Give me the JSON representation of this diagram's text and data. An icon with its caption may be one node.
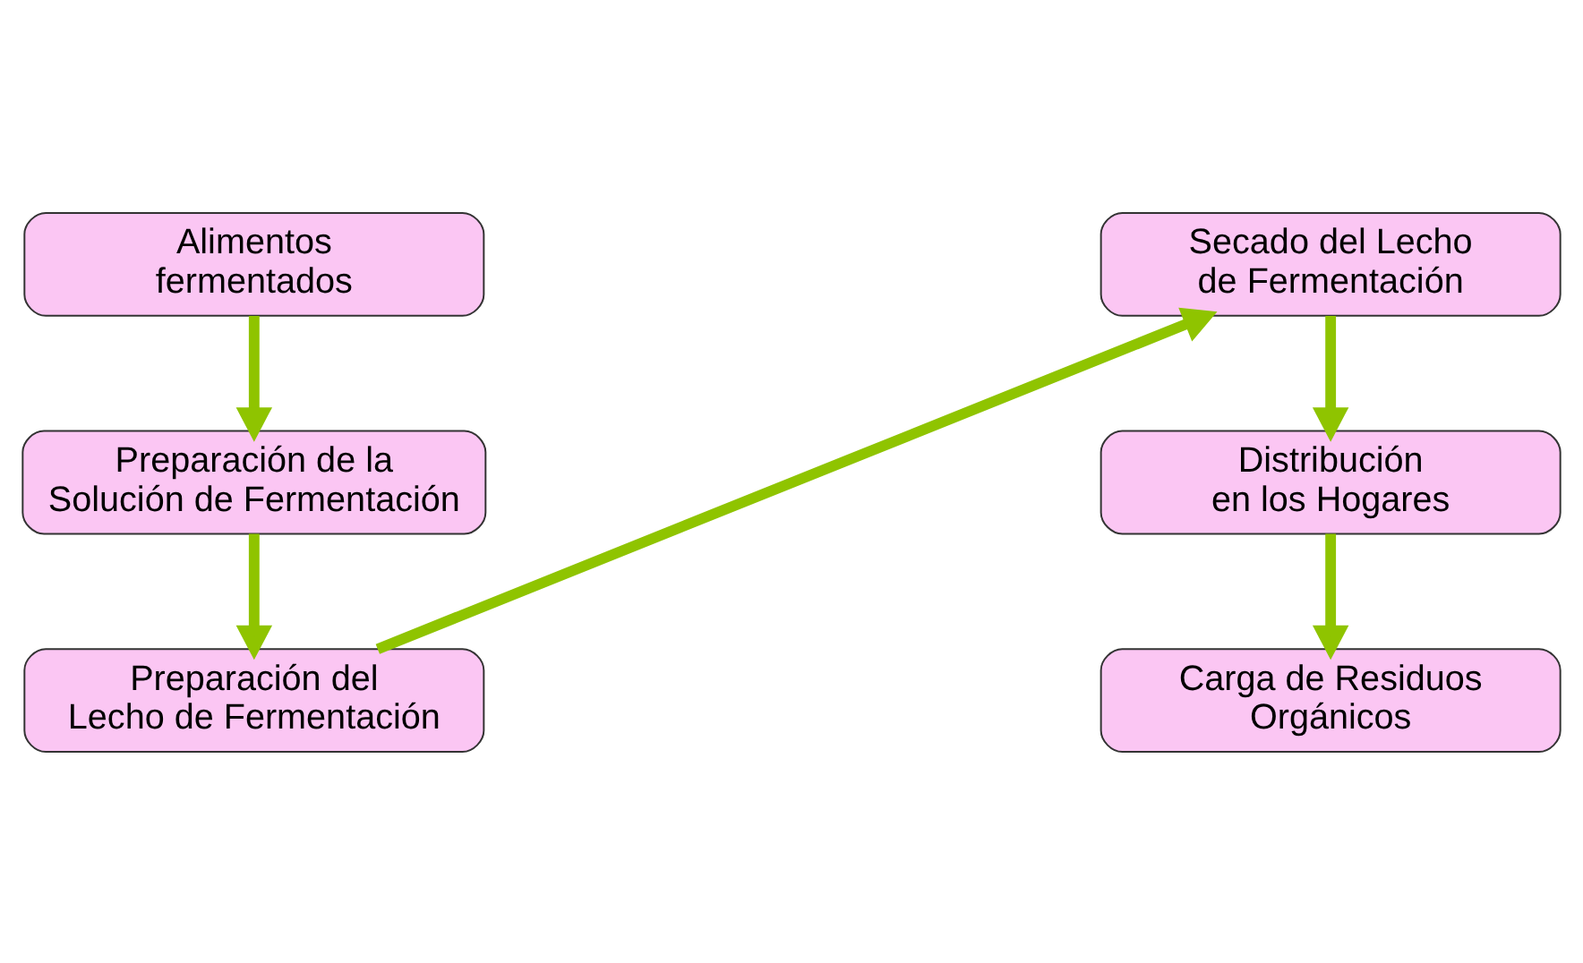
{
  "diagram": {
    "nodes": [
      {
        "text": [
          "Alimentos fermentados"
        ]
      },
      {
        "text": [
          "Preparación de la Solución de Fermentación"
        ]
      },
      {
        "text": [
          "Preparación del Lecho de Fermentación"
        ]
      },
      {
        "text": [
          "Secado del Lecho de Fermentación"
        ]
      },
      {
        "text": [
          "Distribución en los Hogares"
        ]
      },
      {
        "text": [
          "Carga de Residuos Orgánicos"
        ]
      }
    ],
    "edges": [
      {
        "from": 0,
        "to": 1,
        "arrow": "to"
      },
      {
        "from": 1,
        "to": 2,
        "arrow": "to"
      },
      {
        "from": 2,
        "to": 3,
        "arrow": "to"
      },
      {
        "from": 3,
        "to": 4,
        "arrow": "to"
      },
      {
        "from": 4,
        "to": 5,
        "arrow": "to"
      }
    ]
  }
}
